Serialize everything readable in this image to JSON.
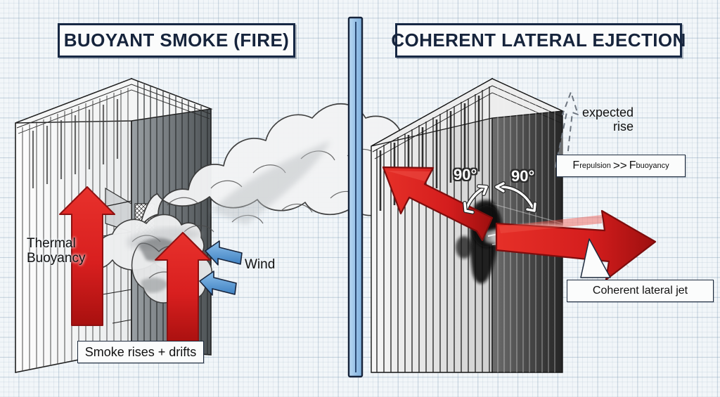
{
  "figure": {
    "background": "#f2f6f9",
    "grid_color": "#7896af",
    "accent_red": "#e22222",
    "accent_navy": "#172844",
    "accent_blue": "#4f93d6"
  },
  "divider": {
    "name": "vertical-divider-bar",
    "fill": "#9ec5ea",
    "border": "#16233a"
  },
  "panels": [
    {
      "id": "left",
      "title": "BUOYANT SMOKE (FIRE)",
      "illustration": "line-drawn-tower-with-billowing-smoke-plume",
      "labels": {
        "thermal_buoyancy": "Thermal\nBuoyancy",
        "wind": "Wind",
        "smoke_rises": "Smoke rises + drifts"
      },
      "arrows": [
        {
          "name": "thermal-buoyancy-arrow-left",
          "direction": "up",
          "color": "#e22222"
        },
        {
          "name": "thermal-buoyancy-arrow-right",
          "direction": "up",
          "color": "#e22222"
        },
        {
          "name": "wind-arrow-upper",
          "direction": "left",
          "color": "#5a9bd8"
        },
        {
          "name": "wind-arrow-lower",
          "direction": "left",
          "color": "#5a9bd8"
        }
      ]
    },
    {
      "id": "right",
      "title": "COHERENT LATERAL EJECTION",
      "illustration": "black-and-white-photo-tower-with-horizontal-ejection-jet",
      "labels": {
        "expected_rise": "expected\nrise",
        "coherent_jet": "Coherent lateral jet",
        "angle_left": "90°",
        "angle_right": "90°"
      },
      "formula": {
        "lhs_base": "F",
        "lhs_sub": "repulsion",
        "operator": ">>",
        "rhs_base": "F",
        "rhs_sub": "buoyancy"
      },
      "arrows": [
        {
          "name": "lateral-ejection-arrow-left",
          "direction": "left-down",
          "color": "#d61f1f"
        },
        {
          "name": "lateral-ejection-arrow-right",
          "direction": "right-up",
          "color": "#d61f1f"
        },
        {
          "name": "expected-rise-arrow",
          "direction": "up",
          "style": "dashed",
          "color": "#6b7580"
        },
        {
          "name": "angle-indicator-arrow-left",
          "style": "curved-white"
        },
        {
          "name": "angle-indicator-arrow-right",
          "style": "curved-white"
        }
      ]
    }
  ]
}
